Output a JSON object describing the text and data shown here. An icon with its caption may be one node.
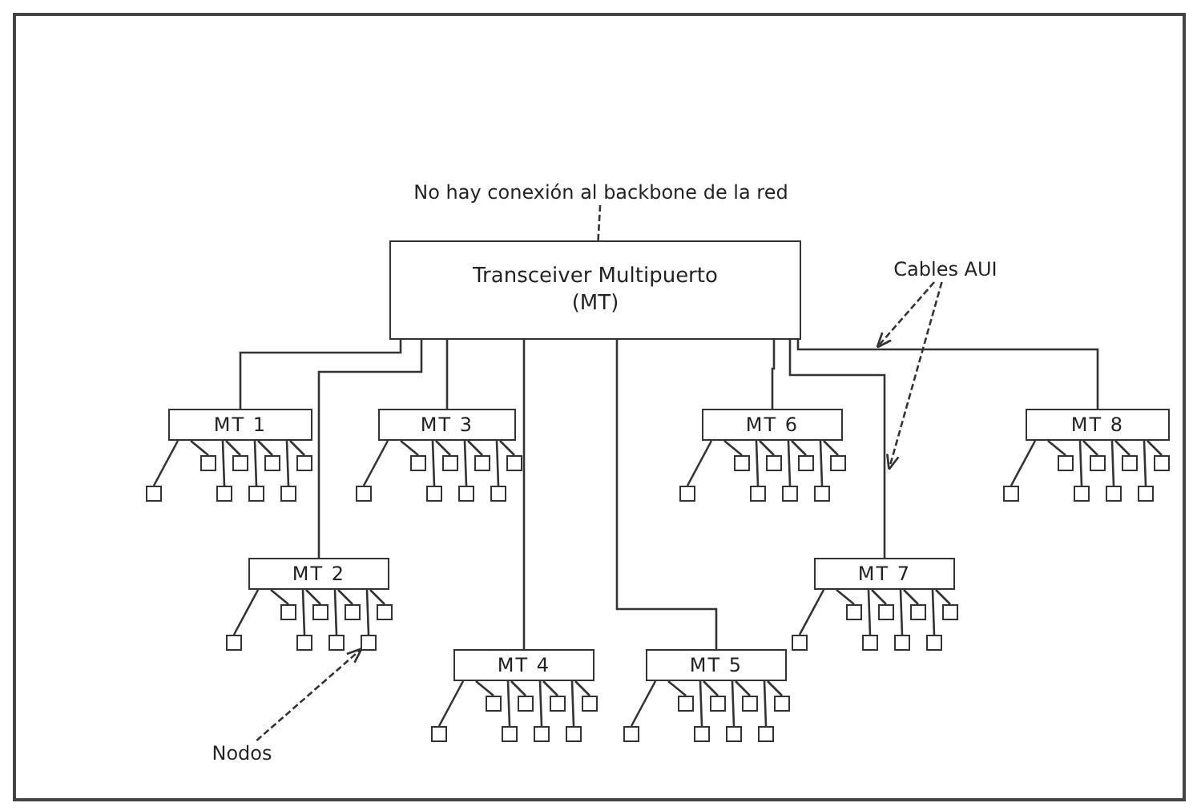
{
  "diagram": {
    "nodes": [
      {
        "text": [
          "Transceiver Multipuerto (MT)"
        ]
      },
      {
        "text": [
          "MT 1"
        ]
      },
      {
        "text": [
          "MT 2"
        ]
      },
      {
        "text": [
          "MT 3"
        ]
      },
      {
        "text": [
          "MT 4"
        ]
      },
      {
        "text": [
          "MT 5"
        ]
      },
      {
        "text": [
          "MT 6"
        ]
      },
      {
        "text": [
          "MT 7"
        ]
      },
      {
        "text": [
          "MT 8"
        ]
      },
      {
        "text": [
          "No hay conexión al backbone de la red"
        ]
      },
      {
        "text": [
          "Cables AUI"
        ]
      },
      {
        "text": [
          "Nodos"
        ]
      },
      {
        "text": [],
        "shape": "box"
      },
      {
        "text": [],
        "shape": "box"
      },
      {
        "text": [],
        "shape": "box"
      },
      {
        "text": [],
        "shape": "box"
      },
      {
        "text": [],
        "shape": "box"
      },
      {
        "text": [],
        "shape": "box"
      },
      {
        "text": [],
        "shape": "box"
      },
      {
        "text": [],
        "shape": "box"
      },
      {
        "text": [],
        "shape": "box"
      },
      {
        "text": [],
        "shape": "box"
      },
      {
        "text": [],
        "shape": "box"
      },
      {
        "text": [],
        "shape": "box"
      },
      {
        "text": [],
        "shape": "box"
      },
      {
        "text": [],
        "shape": "box"
      },
      {
        "text": [],
        "shape": "box"
      },
      {
        "text": [],
        "shape": "box"
      },
      {
        "text": [],
        "shape": "box"
      },
      {
        "text": [],
        "shape": "box"
      },
      {
        "text": [],
        "shape": "box"
      },
      {
        "text": [],
        "shape": "box"
      },
      {
        "text": [],
        "shape": "box"
      },
      {
        "text": [],
        "shape": "box"
      },
      {
        "text": [],
        "shape": "box"
      },
      {
        "text": [],
        "shape": "box"
      },
      {
        "text": [],
        "shape": "box"
      },
      {
        "text": [],
        "shape": "box"
      },
      {
        "text": [],
        "shape": "box"
      },
      {
        "text": [],
        "shape": "box"
      },
      {
        "text": [],
        "shape": "box"
      },
      {
        "text": [],
        "shape": "box"
      },
      {
        "text": [],
        "shape": "box"
      },
      {
        "text": [],
        "shape": "box"
      },
      {
        "text": [],
        "shape": "box"
      },
      {
        "text": [],
        "shape": "box"
      },
      {
        "text": [],
        "shape": "box"
      },
      {
        "text": [],
        "shape": "box"
      },
      {
        "text": [],
        "shape": "box"
      },
      {
        "text": [],
        "shape": "box"
      },
      {
        "text": [],
        "shape": "box"
      },
      {
        "text": [],
        "shape": "box"
      },
      {
        "text": [],
        "shape": "box"
      },
      {
        "text": [],
        "shape": "box"
      },
      {
        "text": [],
        "shape": "box"
      },
      {
        "text": [],
        "shape": "box"
      },
      {
        "text": [],
        "shape": "box"
      },
      {
        "text": [],
        "shape": "box"
      },
      {
        "text": [],
        "shape": "box"
      },
      {
        "text": [],
        "shape": "box"
      },
      {
        "text": [],
        "shape": "box"
      },
      {
        "text": [],
        "shape": "box"
      },
      {
        "text": [],
        "shape": "box"
      },
      {
        "text": [],
        "shape": "box"
      },
      {
        "text": [],
        "shape": "box"
      },
      {
        "text": [],
        "shape": "box"
      },
      {
        "text": [],
        "shape": "box"
      },
      {
        "text": [],
        "shape": "box"
      },
      {
        "text": [],
        "shape": "box"
      },
      {
        "text": [],
        "shape": "box"
      },
      {
        "text": [],
        "shape": "box"
      },
      {
        "text": [],
        "shape": "box"
      },
      {
        "text": [],
        "shape": "box"
      },
      {
        "text": [],
        "shape": "box"
      },
      {
        "text": [],
        "shape": "box"
      },
      {
        "text": [],
        "shape": "box"
      }
    ],
    "edges": [
      {
        "from": 0,
        "to": 1,
        "arrow": "none"
      },
      {
        "from": 0,
        "to": 2,
        "arrow": "none"
      },
      {
        "from": 0,
        "to": 3,
        "arrow": "none"
      },
      {
        "from": 0,
        "to": 4,
        "arrow": "none"
      },
      {
        "from": 0,
        "to": 5,
        "arrow": "none"
      },
      {
        "from": 0,
        "to": 6,
        "arrow": "none"
      },
      {
        "from": 0,
        "to": 7,
        "arrow": "none"
      },
      {
        "from": 0,
        "to": 8,
        "arrow": "none"
      },
      {
        "from": 1,
        "to": 12,
        "arrow": "none"
      },
      {
        "from": 1,
        "to": 13,
        "arrow": "none"
      },
      {
        "from": 1,
        "to": 14,
        "arrow": "none"
      },
      {
        "from": 1,
        "to": 15,
        "arrow": "none"
      },
      {
        "from": 1,
        "to": 16,
        "arrow": "none"
      },
      {
        "from": 1,
        "to": 17,
        "arrow": "none"
      },
      {
        "from": 1,
        "to": 18,
        "arrow": "none"
      },
      {
        "from": 1,
        "to": 19,
        "arrow": "none"
      },
      {
        "from": 2,
        "to": 20,
        "arrow": "none"
      },
      {
        "from": 2,
        "to": 21,
        "arrow": "none"
      },
      {
        "from": 2,
        "to": 22,
        "arrow": "none"
      },
      {
        "from": 2,
        "to": 23,
        "arrow": "none"
      },
      {
        "from": 2,
        "to": 24,
        "arrow": "none"
      },
      {
        "from": 2,
        "to": 25,
        "arrow": "none"
      },
      {
        "from": 2,
        "to": 26,
        "arrow": "none"
      },
      {
        "from": 2,
        "to": 27,
        "arrow": "none"
      },
      {
        "from": 3,
        "to": 28,
        "arrow": "none"
      },
      {
        "from": 3,
        "to": 29,
        "arrow": "none"
      },
      {
        "from": 3,
        "to": 30,
        "arrow": "none"
      },
      {
        "from": 3,
        "to": 31,
        "arrow": "none"
      },
      {
        "from": 3,
        "to": 32,
        "arrow": "none"
      },
      {
        "from": 3,
        "to": 33,
        "arrow": "none"
      },
      {
        "from": 3,
        "to": 34,
        "arrow": "none"
      },
      {
        "from": 3,
        "to": 35,
        "arrow": "none"
      },
      {
        "from": 4,
        "to": 36,
        "arrow": "none"
      },
      {
        "from": 4,
        "to": 37,
        "arrow": "none"
      },
      {
        "from": 4,
        "to": 38,
        "arrow": "none"
      },
      {
        "from": 4,
        "to": 39,
        "arrow": "none"
      },
      {
        "from": 4,
        "to": 40,
        "arrow": "none"
      },
      {
        "from": 4,
        "to": 41,
        "arrow": "none"
      },
      {
        "from": 4,
        "to": 42,
        "arrow": "none"
      },
      {
        "from": 4,
        "to": 43,
        "arrow": "none"
      },
      {
        "from": 5,
        "to": 44,
        "arrow": "none"
      },
      {
        "from": 5,
        "to": 45,
        "arrow": "none"
      },
      {
        "from": 5,
        "to": 46,
        "arrow": "none"
      },
      {
        "from": 5,
        "to": 47,
        "arrow": "none"
      },
      {
        "from": 5,
        "to": 48,
        "arrow": "none"
      },
      {
        "from": 5,
        "to": 49,
        "arrow": "none"
      },
      {
        "from": 5,
        "to": 50,
        "arrow": "none"
      },
      {
        "from": 5,
        "to": 51,
        "arrow": "none"
      },
      {
        "from": 6,
        "to": 52,
        "arrow": "none"
      },
      {
        "from": 6,
        "to": 53,
        "arrow": "none"
      },
      {
        "from": 6,
        "to": 54,
        "arrow": "none"
      },
      {
        "from": 6,
        "to": 55,
        "arrow": "none"
      },
      {
        "from": 6,
        "to": 56,
        "arrow": "none"
      },
      {
        "from": 6,
        "to": 57,
        "arrow": "none"
      },
      {
        "from": 6,
        "to": 58,
        "arrow": "none"
      },
      {
        "from": 6,
        "to": 59,
        "arrow": "none"
      },
      {
        "from": 7,
        "to": 60,
        "arrow": "none"
      },
      {
        "from": 7,
        "to": 61,
        "arrow": "none"
      },
      {
        "from": 7,
        "to": 62,
        "arrow": "none"
      },
      {
        "from": 7,
        "to": 63,
        "arrow": "none"
      },
      {
        "from": 7,
        "to": 64,
        "arrow": "none"
      },
      {
        "from": 7,
        "to": 65,
        "arrow": "none"
      },
      {
        "from": 7,
        "to": 66,
        "arrow": "none"
      },
      {
        "from": 7,
        "to": 67,
        "arrow": "none"
      },
      {
        "from": 8,
        "to": 68,
        "arrow": "none"
      },
      {
        "from": 8,
        "to": 69,
        "arrow": "none"
      },
      {
        "from": 8,
        "to": 70,
        "arrow": "none"
      },
      {
        "from": 8,
        "to": 71,
        "arrow": "none"
      },
      {
        "from": 8,
        "to": 72,
        "arrow": "none"
      },
      {
        "from": 8,
        "to": 73,
        "arrow": "none"
      },
      {
        "from": 8,
        "to": 74,
        "arrow": "none"
      },
      {
        "from": 8,
        "to": 75,
        "arrow": "none"
      },
      {
        "from": 9,
        "to": 0,
        "arrow": "none",
        "style": "dashed"
      },
      {
        "from": 10,
        "to": null,
        "arrow": "to",
        "style": "dashed"
      },
      {
        "from": 10,
        "to": null,
        "arrow": "to",
        "style": "dashed"
      },
      {
        "from": 11,
        "to": 27,
        "arrow": "to",
        "style": "dashed"
      }
    ]
  }
}
